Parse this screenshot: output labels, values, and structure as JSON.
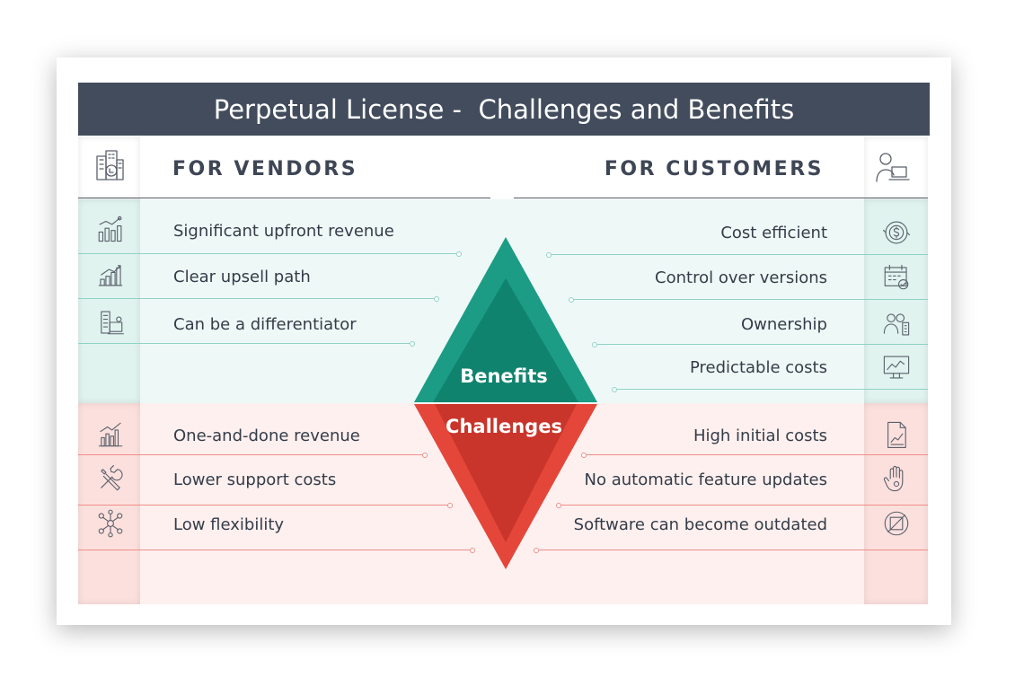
{
  "title": "Perpetual License -  Challenges and Benefits",
  "headings": {
    "vendors": "FOR VENDORS",
    "customers": "FOR CUSTOMERS"
  },
  "center": {
    "benefits_label": "Benefits",
    "challenges_label": "Challenges"
  },
  "vendors": {
    "benefits": [
      "Significant upfront revenue",
      "Clear upsell path",
      "Can be a differentiator"
    ],
    "challenges": [
      "One-and-done revenue",
      "Lower support costs",
      "Low flexibility"
    ]
  },
  "customers": {
    "benefits": [
      "Cost efficient",
      "Control over versions",
      "Ownership",
      "Predictable costs"
    ],
    "challenges": [
      "High initial costs",
      "No automatic feature updates",
      "Software can become outdated"
    ]
  },
  "icons": {
    "vendor_header": "building-icon",
    "customer_header": "user-laptop-icon",
    "vendor_benefits": [
      "growth-bars-icon",
      "upsell-steps-icon",
      "building-gear-icon"
    ],
    "vendor_challenges": [
      "bar-chart-icon",
      "tools-icon",
      "network-icon"
    ],
    "customer_benefits": [
      "dollar-cycle-icon",
      "calendar-check-icon",
      "people-icon",
      "monitor-chart-icon"
    ],
    "customer_challenges": [
      "document-chart-icon",
      "stop-hand-icon",
      "no-box-icon"
    ]
  },
  "colors": {
    "title_bg": "#424c5c",
    "benefit_band": "#eef9f7",
    "benefit_col": "#e0f3ef",
    "benefit_line": "#8fd2c4",
    "challenge_band": "#fdf0ef",
    "challenge_col": "#fce0de",
    "challenge_line": "#ef8e87",
    "benefit_diamond": "#1c9c85",
    "challenge_diamond": "#e5463a"
  }
}
